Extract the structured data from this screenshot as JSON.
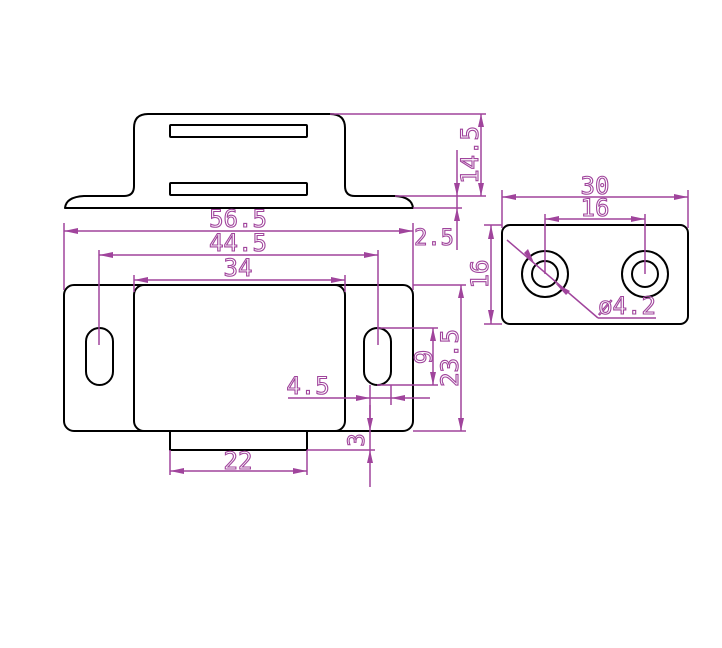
{
  "dimensions": {
    "bracket_height": "14.5",
    "plate_thickness": "2.5",
    "overall_width": "56.5",
    "hole_spacing": "44.5",
    "body_width": "34",
    "slot_length": "9",
    "overall_height": "23.5",
    "slot_width": "4.5",
    "offset": "3",
    "tab_width": "22",
    "side_width": "30",
    "side_hole_spacing": "16",
    "side_height": "16",
    "hole_diameter": "ø4.2"
  },
  "colors": {
    "outline": "#000000",
    "dimension": "#a0449c",
    "background": "#ffffff"
  }
}
